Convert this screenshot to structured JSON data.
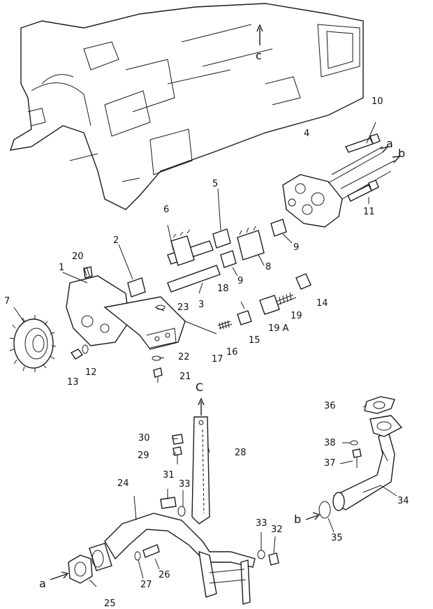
{
  "diagram": {
    "part_labels": {
      "p1": "1",
      "p2": "2",
      "p3": "3",
      "p4": "4",
      "p5": "5",
      "p6": "6",
      "p7": "7",
      "p8": "8",
      "p9a": "9",
      "p9b": "9",
      "p10": "10",
      "p11": "11",
      "p12": "12",
      "p13": "13",
      "p14": "14",
      "p15": "15",
      "p16": "16",
      "p17": "17",
      "p18": "18",
      "p19": "19",
      "p19a": "19 A",
      "p20": "20",
      "p21": "21",
      "p22": "22",
      "p23": "23",
      "p24": "24",
      "p25": "25",
      "p26": "26",
      "p27": "27",
      "p28": "28",
      "p29": "29",
      "p30": "30",
      "p31": "31",
      "p32": "32",
      "p33a": "33",
      "p33b": "33",
      "p34": "34",
      "p35": "35",
      "p36": "36",
      "p37": "37",
      "p38": "38"
    },
    "connection_labels": {
      "a_top": "a",
      "b_top": "b",
      "c_top": "c",
      "c_mid": "C",
      "a_bottom": "a",
      "b_bottom": "b"
    }
  }
}
